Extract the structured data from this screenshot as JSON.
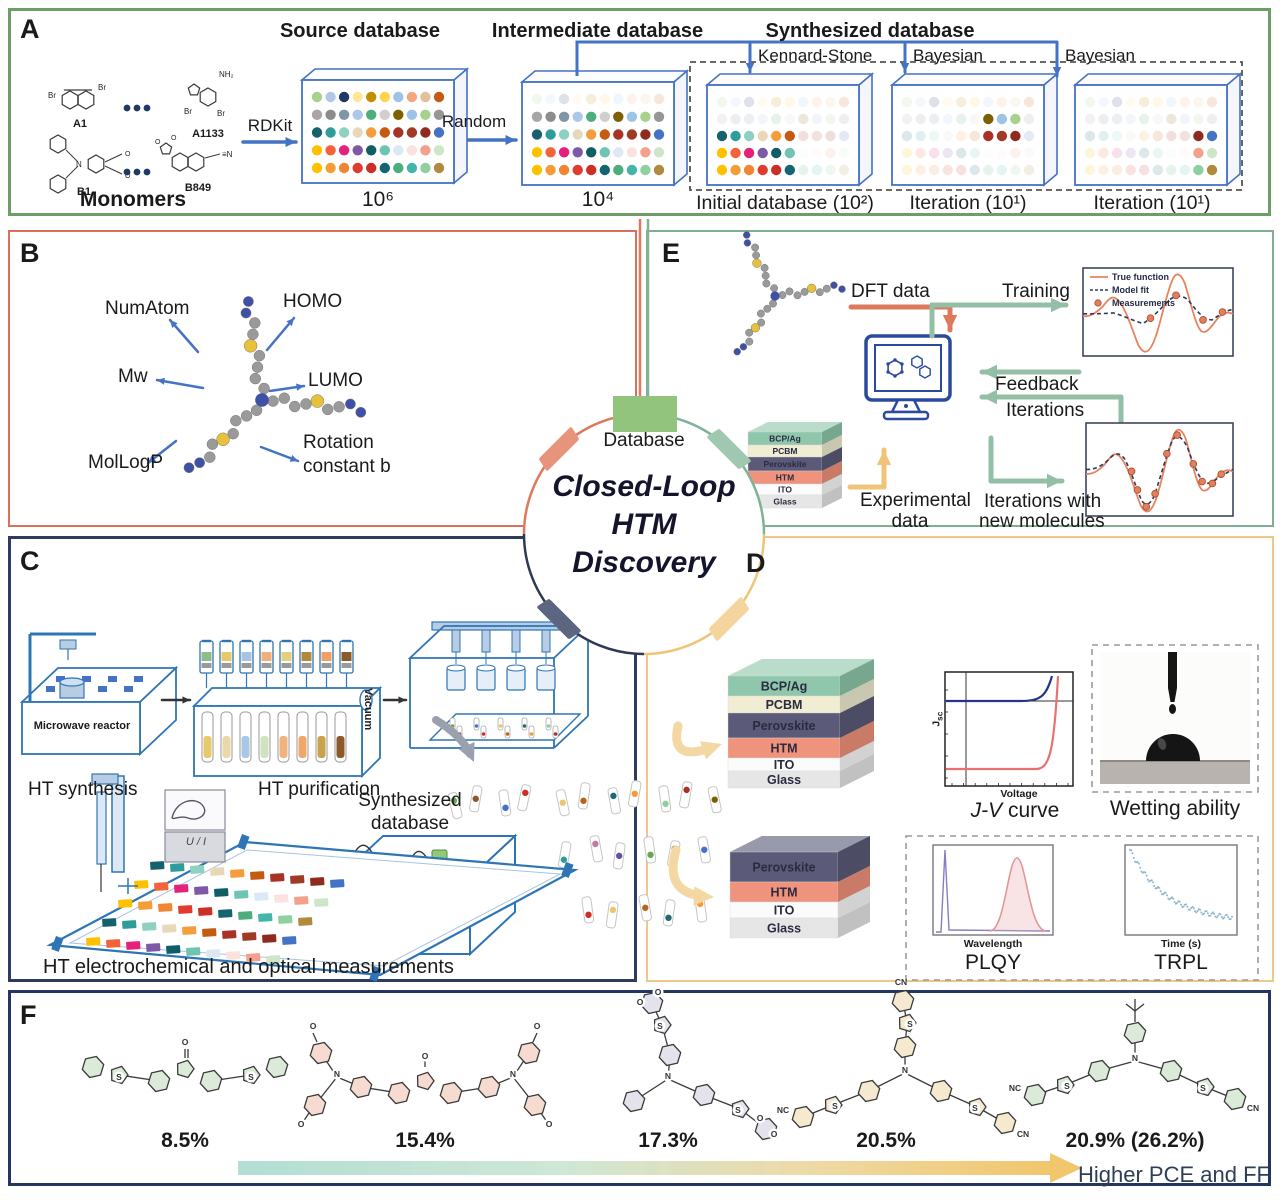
{
  "center": {
    "line1": "Closed-Loop",
    "line2": "HTM",
    "line3": "Discovery",
    "database": "Database"
  },
  "panel_a": {
    "label": "A",
    "titles": {
      "source": "Source database",
      "intermediate": "Intermediate database",
      "synthesized": "Synthesized database"
    },
    "monomers": "Monomers",
    "monomer_labels": [
      "A1",
      "A1133",
      "B1",
      "B849"
    ],
    "arrow_rdkit": "RDKit",
    "arrow_random": "Random",
    "counts": {
      "source": "10⁶",
      "intermediate": "10⁴"
    },
    "selection": [
      "Kennard-Stone",
      "Bayesian",
      "Bayesian"
    ],
    "captions": [
      "Initial database (10²)",
      "Iteration (10¹)",
      "Iteration (10¹)"
    ],
    "monomer_atoms": {
      "a1": [
        "Br",
        "Br"
      ],
      "a1133": [
        "NH₂",
        "Br",
        "Br"
      ],
      "b1": [
        "N",
        "O",
        "O"
      ],
      "b849": [
        "O",
        "O",
        "≡N"
      ]
    }
  },
  "panel_b": {
    "label": "B",
    "annotations": {
      "numatom": "NumAtom",
      "homo": "HOMO",
      "mw": "Mw",
      "lumo": "LUMO",
      "mollogp": "MolLogP",
      "rotation1": "Rotation",
      "rotation2": "constant b"
    }
  },
  "panel_c": {
    "label": "C",
    "microwave": "Microwave reactor",
    "vacuum": "Vacuum",
    "ht_synthesis": "HT synthesis",
    "ht_purification": "HT purification",
    "synthesized1": "Synthesized",
    "synthesized2": "database",
    "ui": "U / I",
    "caption": "HT electrochemical and optical measurements"
  },
  "panel_d": {
    "label": "D",
    "stack_full": [
      "BCP/Ag",
      "PCBM",
      "Perovskite",
      "HTM",
      "ITO",
      "Glass"
    ],
    "stack_half": [
      "Perovskite",
      "HTM",
      "ITO",
      "Glass"
    ],
    "jv": {
      "ylabel_main": "J",
      "ylabel_sub": "sc",
      "xlabel": "Voltage",
      "caption_italic": "J-V",
      "caption_rest": " curve"
    },
    "wetting": "Wetting ability",
    "plqy": {
      "xlabel": "Wavelength",
      "caption": "PLQY"
    },
    "trpl": {
      "xlabel": "Time (s)",
      "caption": "TRPL"
    }
  },
  "panel_e": {
    "label": "E",
    "dft": "DFT data",
    "training": "Training",
    "feedback": "Feedback",
    "iterations": "Iterations",
    "iter_new1": "Iterations with",
    "iter_new2": "new molecules",
    "exp1": "Experimental",
    "exp2": "data",
    "legend": [
      "True function",
      "Model fit",
      "Measurements"
    ],
    "stack": [
      "BCP/Ag",
      "PCBM",
      "Perovskite",
      "HTM",
      "ITO",
      "Glass"
    ]
  },
  "panel_f": {
    "label": "F",
    "percentages": [
      "8.5%",
      "15.4%",
      "17.3%",
      "20.5%",
      "20.9% (26.2%)"
    ],
    "arrow_label": "Higher PCE and FF"
  },
  "colors": {
    "panel_a_border": "#6f9d67",
    "panel_b_border": "#d9705c",
    "panel_c_border": "#2f3b5c",
    "panel_d_border": "#ecc889",
    "panel_e_border": "#7fae92",
    "panel_f_border": "#24365e",
    "blue": "#4472c4",
    "line_blue": "#2e75b6",
    "arc_salmon": "#dd7a5e",
    "arc_green": "#7fb296",
    "arc_yellow": "#f0c478",
    "arc_navy": "#2e3a54",
    "marker_salmon": "#e8947c",
    "marker_green": "#9ec9b0",
    "marker_yellow": "#f3d49c",
    "marker_navy": "#5c6680",
    "db_green": "#93c47d",
    "red_arrow": "#dd7a5e",
    "yellow_arrow": "#f0c478",
    "green_arrow": "#93bfa6",
    "gray_arrow": "#9aa0ad",
    "monitor": "#2b4a9e",
    "curve_orange": "#e8835e",
    "curve_navy": "#2b3a5c",
    "jv_blue": "#27348b",
    "jv_red": "#e87070",
    "plqy_purple": "#8a7cc0",
    "plqy_red": "#e09898",
    "trpl_dot": "#8fb6cc",
    "stack_colors": [
      "#8ec7ab",
      "#f1edd3",
      "#5b5b79",
      "#f0937c",
      "#fbfbfb",
      "#e6e6e6"
    ],
    "mol_tints": [
      "#dcead9",
      "#f6dcd0",
      "#e4e2ec",
      "#f5ead0",
      "#dcead9"
    ],
    "gradient_start": "#b2ded4",
    "gradient_end": "#f1c66c"
  },
  "dot_palette": [
    [
      "#a9d18e",
      "#b4c7e7",
      "#1f3864",
      "#ffe699",
      "#bf8f00",
      "#ffd34d",
      "#9dc3e6",
      "#f4a582",
      "#e3c09a",
      "#c55a11"
    ],
    [
      "#a6a6a6",
      "#8c8c8c",
      "#7f96a6",
      "#aec6e8",
      "#4ead7c",
      "#d0cece",
      "#7f6000",
      "#9dc3e6",
      "#a9d18e",
      "#969696"
    ],
    [
      "#17616e",
      "#2e9d9a",
      "#8fd0c0",
      "#e7d8b9",
      "#f59d3d",
      "#c55a11",
      "#a93226",
      "#9e3a26",
      "#8f2a1f",
      "#4472c4"
    ],
    [
      "#ffc000",
      "#f2633b",
      "#e5227b",
      "#7d5aa6",
      "#0f5e66",
      "#70c4b4",
      "#dce9f5",
      "#fbe2dd",
      "#f4a08c",
      "#cde6c8"
    ],
    [
      "#ffc000",
      "#f49d37",
      "#ef8633",
      "#e03b2f",
      "#cc2f25",
      "#156570",
      "#4ead7c",
      "#45b5aa",
      "#90d0a0",
      "#b08a3e"
    ]
  ],
  "db_boxes": [
    {
      "mask": [
        "1111111111",
        "1111111111",
        "1111111111",
        "1111111111",
        "1111111111"
      ]
    },
    {
      "mask": [
        "0000000000",
        "1111111111",
        "1111111111",
        "1111111111",
        "1111111111"
      ]
    },
    {
      "mask": [
        "0000000000",
        "0000000000",
        "1111110000",
        "1111110000",
        "1111110000"
      ]
    },
    {
      "mask": [
        "0000000000",
        "0000001110",
        "0000001110",
        "0000000000",
        "0000000000"
      ]
    },
    {
      "mask": [
        "0000000000",
        "0000000000",
        "0000000011",
        "0000000011",
        "0000000011"
      ]
    }
  ],
  "tube_colors": [
    "#6aa84f",
    "#8a5a2a",
    "#4472c4",
    "#cc2f25",
    "#e8c96a",
    "#b5651d",
    "#1f6b75",
    "#f49d37",
    "#90d0a0",
    "#a93226",
    "#7f6000",
    "#2e9d9a",
    "#c27ba0",
    "#674ea7"
  ]
}
